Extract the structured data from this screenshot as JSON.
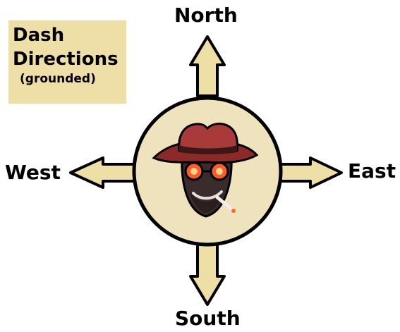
{
  "title": {
    "line1": "Dash",
    "line2": "Directions",
    "line3": "(grounded)"
  },
  "directions": {
    "north": "North",
    "south": "South",
    "east": "East",
    "west": "West"
  },
  "colors": {
    "panel": "#eddfa6",
    "arrow_fill": "#eddfa6",
    "circle_fill": "#efe3bd",
    "outline": "#000000",
    "hat": "#a83a3a",
    "goggles": "#ff5a2a"
  },
  "icons": {
    "center": "spy-character-icon",
    "arrows": "arrow-icon"
  }
}
